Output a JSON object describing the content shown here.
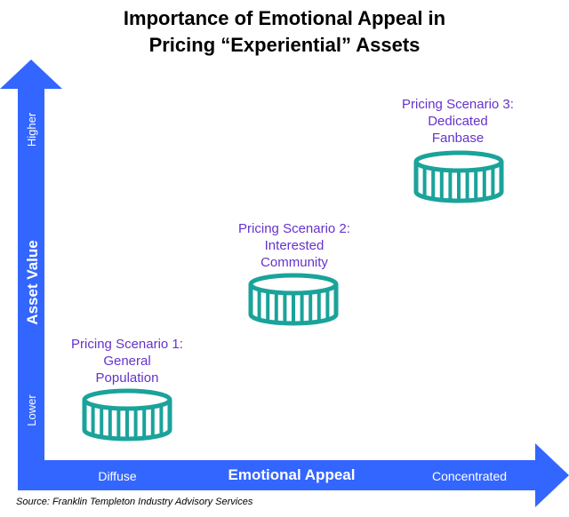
{
  "title": {
    "line1": "Importance of Emotional Appeal in",
    "line2": "Pricing “Experiential” Assets"
  },
  "y_axis": {
    "label": "Asset Value",
    "low": "Lower",
    "high": "Higher"
  },
  "x_axis": {
    "label": "Emotional Appeal",
    "low": "Diffuse",
    "high": "Concentrated"
  },
  "scenarios": [
    {
      "lines": [
        "Pricing Scenario 1:",
        "General",
        "Population"
      ]
    },
    {
      "lines": [
        "Pricing Scenario 2:",
        "Interested",
        "Community"
      ]
    },
    {
      "lines": [
        "Pricing Scenario 3:",
        "Dedicated",
        "Fanbase"
      ]
    }
  ],
  "source": "Source: Franklin Templeton Industry Advisory Services",
  "colors": {
    "arrow": "#3366ff",
    "coin": "#1aa39a",
    "scenario_text": "#6633cc"
  },
  "icons": [
    "coin-stack-icon"
  ]
}
